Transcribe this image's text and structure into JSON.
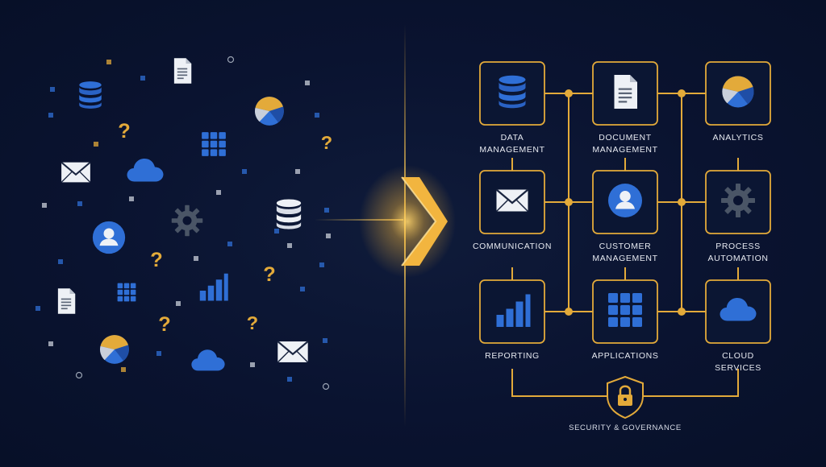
{
  "colors": {
    "background": "#0a1330",
    "gold": "#e3aa3a",
    "blue": "#2f6fd6",
    "white": "#eef1f6",
    "gray": "#4a5566"
  },
  "nodes": [
    {
      "id": "data-management",
      "icon": "database-icon",
      "label_lines": [
        "DATA",
        "MANAGEMENT"
      ]
    },
    {
      "id": "document-management",
      "icon": "document-icon",
      "label_lines": [
        "DOCUMENT",
        "MANAGEMENT"
      ]
    },
    {
      "id": "analytics",
      "icon": "pie-chart-icon",
      "label_lines": [
        "ANALYTICS"
      ]
    },
    {
      "id": "communication",
      "icon": "envelope-icon",
      "label_lines": [
        "COMMUNICATION"
      ]
    },
    {
      "id": "customer-management",
      "icon": "user-icon",
      "label_lines": [
        "CUSTOMER",
        "MANAGEMENT"
      ]
    },
    {
      "id": "process-automation",
      "icon": "gear-icon",
      "label_lines": [
        "PROCESS",
        "AUTOMATION"
      ]
    },
    {
      "id": "reporting",
      "icon": "bar-chart-icon",
      "label_lines": [
        "REPORTING"
      ]
    },
    {
      "id": "applications",
      "icon": "grid-icon",
      "label_lines": [
        "APPLICATIONS"
      ]
    },
    {
      "id": "cloud-services",
      "icon": "cloud-icon",
      "label_lines": [
        "CLOUD",
        "SERVICES"
      ]
    }
  ],
  "security": {
    "icon": "lock-shield-icon",
    "label": "SECURITY & GOVERNANCE"
  },
  "chaos_icons": [
    "database-icon",
    "document-icon",
    "pie-chart-icon",
    "question-mark-icon",
    "envelope-icon",
    "cloud-icon",
    "grid-icon",
    "question-mark-icon",
    "gear-icon",
    "user-icon",
    "database-icon",
    "question-mark-icon",
    "question-mark-icon",
    "bar-chart-icon",
    "grid-icon",
    "document-icon",
    "pie-chart-icon",
    "question-mark-icon",
    "question-mark-icon",
    "cloud-icon",
    "envelope-icon"
  ],
  "arrow_icon": "chevron-right-icon"
}
